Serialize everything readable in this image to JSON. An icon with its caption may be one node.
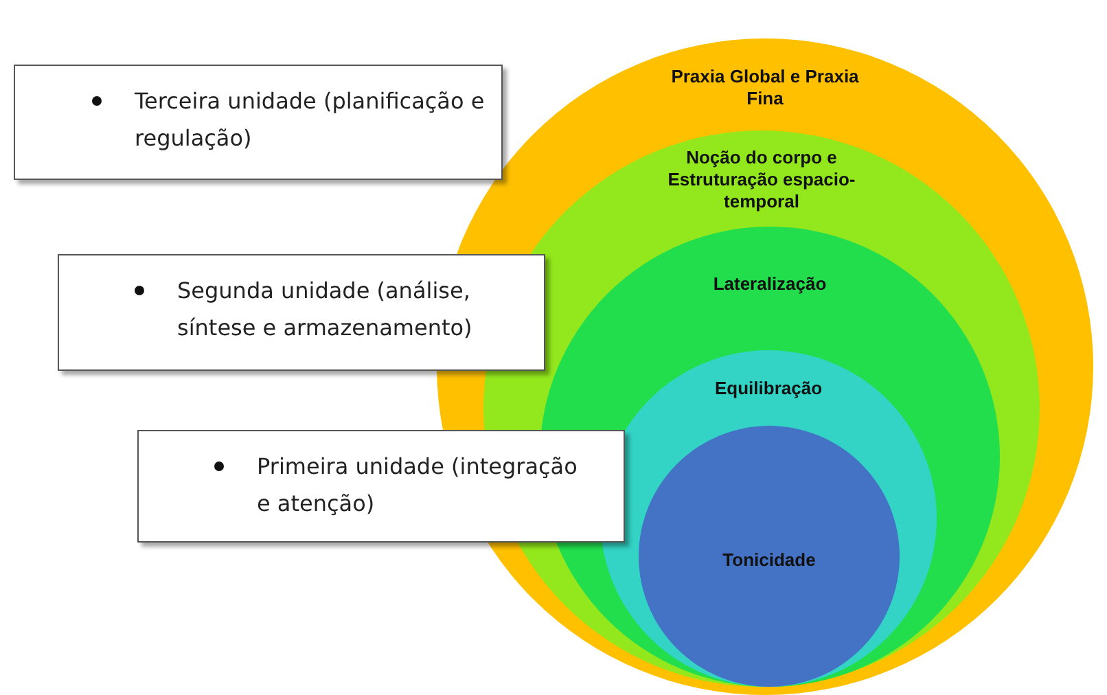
{
  "diagram": {
    "nodes": [
      {
        "text": [
          "Praxia Global e Praxia Fina"
        ]
      },
      {
        "text": [
          "Noção do corpo e Estruturação espacio-temporal"
        ],
        "in": 0
      },
      {
        "text": [
          "Lateralização"
        ],
        "in": 1
      },
      {
        "text": [
          "Equilibração"
        ],
        "in": 2
      },
      {
        "text": [
          "Tonicidade"
        ],
        "in": 3
      },
      {
        "text": [
          "Terceira unidade (planificação e regulação)"
        ]
      },
      {
        "text": [
          "Segunda unidade (análise, síntese e armazenamento)"
        ]
      },
      {
        "text": [
          "Primeira unidade (integração e atenção)"
        ]
      }
    ]
  }
}
